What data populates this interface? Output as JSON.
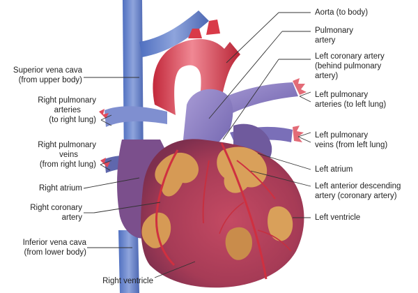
{
  "labels": {
    "left": [
      {
        "id": "superior-vena-cava",
        "lines": [
          "Superior vena cava",
          "(from upper body)"
        ]
      },
      {
        "id": "right-pulmonary-arteries",
        "lines": [
          "Right pulmonary",
          "arteries",
          "(to right lung)"
        ]
      },
      {
        "id": "right-pulmonary-veins",
        "lines": [
          "Right pulmonary",
          "veins",
          "(from right lung)"
        ]
      },
      {
        "id": "right-atrium",
        "lines": [
          "Right atrium"
        ]
      },
      {
        "id": "right-coronary-artery",
        "lines": [
          "Right coronary",
          "artery"
        ]
      },
      {
        "id": "inferior-vena-cava",
        "lines": [
          "Inferior vena cava",
          "(from lower body)"
        ]
      }
    ],
    "right": [
      {
        "id": "aorta",
        "lines": [
          "Aorta (to body)"
        ]
      },
      {
        "id": "pulmonary-artery",
        "lines": [
          "Pulmonary",
          "artery"
        ]
      },
      {
        "id": "left-coronary-artery",
        "lines": [
          "Left coronary artery",
          "(behind pulmonary",
          "artery)"
        ]
      },
      {
        "id": "left-pulmonary-arteries",
        "lines": [
          "Left pulmonary",
          "arteries (to left lung)"
        ]
      },
      {
        "id": "left-pulmonary-veins",
        "lines": [
          "Left pulmonary",
          "veins (from left lung)"
        ]
      },
      {
        "id": "left-atrium",
        "lines": [
          "Left atrium"
        ]
      },
      {
        "id": "left-anterior-descending",
        "lines": [
          "Left anterior descending",
          "artery (coronary artery)"
        ]
      },
      {
        "id": "left-ventricle",
        "lines": [
          "Left ventricle"
        ]
      }
    ],
    "bottom": [
      {
        "id": "right-ventricle",
        "lines": [
          "Right ventricle"
        ]
      }
    ]
  },
  "colors": {
    "vein_blue": "#6d86c4",
    "artery_red": "#d93a48",
    "muscle": "#b8465f",
    "fat": "#d9a05a",
    "pulmonary_purple": "#8c7fc0",
    "leader": "#333333"
  }
}
